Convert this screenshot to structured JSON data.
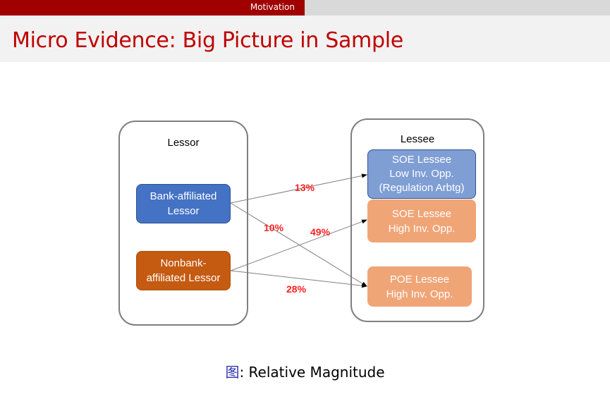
{
  "header": {
    "section": "Motivation",
    "title": "Micro Evidence: Big Picture in Sample"
  },
  "diagram": {
    "lessor": {
      "label": "Lessor",
      "nodes": [
        {
          "id": "bank",
          "lines": [
            "Bank-affiliated",
            "Lessor"
          ],
          "color": "#4472c4"
        },
        {
          "id": "nonbank",
          "lines": [
            "Nonbank-",
            "affiliated Lessor"
          ],
          "color": "#c55a11"
        }
      ]
    },
    "lessee": {
      "label": "Lessee",
      "nodes": [
        {
          "id": "soe_low",
          "lines": [
            "SOE Lessee",
            "Low Inv. Opp.",
            "(Regulation Arbtg)"
          ],
          "color": "#7f9ed4"
        },
        {
          "id": "soe_high",
          "lines": [
            "SOE Lessee",
            "High Inv. Opp."
          ],
          "color": "#f0a577"
        },
        {
          "id": "poe_high",
          "lines": [
            "POE Lessee",
            "High Inv. Opp."
          ],
          "color": "#f0a577"
        }
      ]
    },
    "flows": [
      {
        "from": "bank",
        "to": "soe_low",
        "label": "13%"
      },
      {
        "from": "bank",
        "to": "poe_high",
        "label": "10%"
      },
      {
        "from": "nonbank",
        "to": "soe_high",
        "label": "49%"
      },
      {
        "from": "nonbank",
        "to": "poe_high",
        "label": "28%"
      }
    ],
    "colors": {
      "flow_label": "#ff2020",
      "arrow": "#7f7f7f",
      "border": "#7f7f7f"
    }
  },
  "caption": {
    "prefix": "图",
    "text": ": Relative Magnitude"
  }
}
